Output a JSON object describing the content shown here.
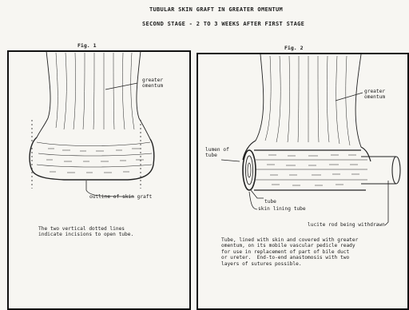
{
  "header": {
    "title": "TUBULAR SKIN GRAFT IN GREATER OMENTUM",
    "subtitle": "SECOND STAGE - 2 TO 3 WEEKS AFTER FIRST STAGE"
  },
  "fig1": {
    "label": "Fig. 1",
    "label_omentum": "greater\nomentum",
    "label_outline": "outline of skin graft",
    "caption": "The two vertical dotted lines\nindicate incisions to open tube."
  },
  "fig2": {
    "label": "Fig. 2",
    "label_omentum": "greater\nomentum",
    "label_lumen": "lumen of\ntube",
    "label_tube": "tube",
    "label_lining": "skin lining tube",
    "label_rod": "lucite rod being withdrawn",
    "caption": "Tube, lined with skin and covered with greater\nomentum, on its mobile vascular pedicle ready\nfor use in replacement of part of bile duct\nor ureter.  End-to-end anastomosis with two\nlayers of sutures possible."
  }
}
